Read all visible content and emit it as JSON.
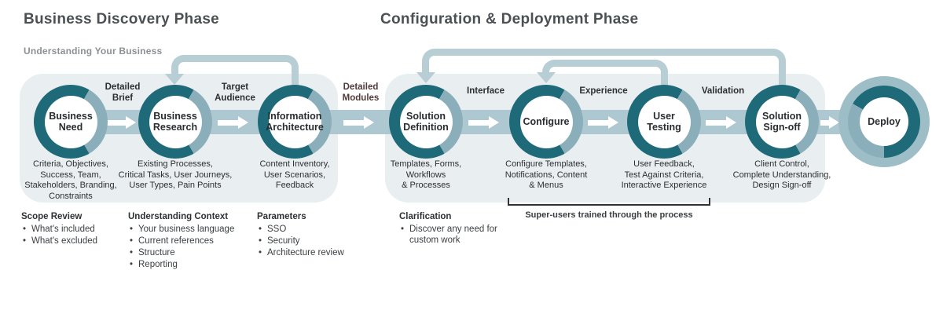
{
  "phase1": {
    "title": "Business Discovery Phase",
    "subtitle": "Understanding Your Business"
  },
  "phase2": {
    "title": "Configuration & Deployment Phase"
  },
  "steps": [
    {
      "name": "Business\nNeed",
      "details": "Criteria, Objectives,\nSuccess, Team,\nStakeholders, Branding,\nConstraints"
    },
    {
      "name": "Business\nResearch",
      "details": "Existing Processes,\nCritical Tasks, User Journeys,\nUser Types, Pain Points"
    },
    {
      "name": "Information\nArchitecture",
      "details": "Content Inventory,\nUser Scenarios,\nFeedback"
    },
    {
      "name": "Solution\nDefinition",
      "details": "Templates, Forms,\nWorkflows\n& Processes"
    },
    {
      "name": "Configure",
      "details": "Configure Templates,\nNotifications, Content\n& Menus"
    },
    {
      "name": "User\nTesting",
      "details": "User Feedback,\nTest Against Criteria,\nInteractive Experience"
    },
    {
      "name": "Solution\nSign-off",
      "details": "Client Control,\nComplete Understanding,\nDesign Sign-off"
    },
    {
      "name": "Deploy",
      "details": ""
    }
  ],
  "connectors": [
    {
      "label": "Detailed\nBrief"
    },
    {
      "label": "Target\nAudience"
    },
    {
      "label": "Detailed\nModules"
    },
    {
      "label": "Interface"
    },
    {
      "label": "Experience"
    },
    {
      "label": "Validation"
    }
  ],
  "caption": "Super-users trained through the process",
  "notes": [
    {
      "title": "Scope Review",
      "items": [
        "What's included",
        "What's excluded"
      ]
    },
    {
      "title": "Understanding Context",
      "items": [
        "Your business language",
        "Current references",
        "Structure",
        "Reporting"
      ]
    },
    {
      "title": "Parameters",
      "items": [
        "SSO",
        "Security",
        "Architecture review"
      ]
    },
    {
      "title": "Clarification",
      "items": [
        "Discover any need for\ncustom work"
      ]
    }
  ],
  "colors": {
    "panel": "#e9eef0",
    "flow_band": "#aec8d1",
    "feedback_loop": "#b7ced5",
    "ring_dark_teal": "#1e6a78",
    "ring_light_arc": "#8aaeba",
    "deploy_outer_ring": "#9dbdc7",
    "text_dark": "#2c2f31",
    "title_gray": "#4b5053",
    "subtitle_gray": "#8b9195"
  }
}
